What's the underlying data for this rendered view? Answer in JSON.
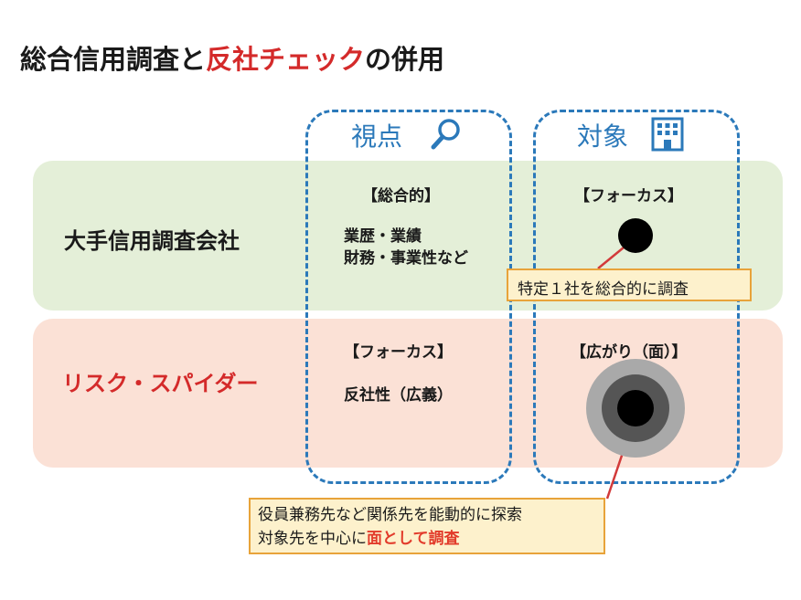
{
  "title": {
    "part1": "総合信用調査と",
    "part2": "反社チェック",
    "part3": "の併用"
  },
  "columns": {
    "view": "視点",
    "target": "対象"
  },
  "rows": {
    "top": {
      "label": "大手信用調査会社",
      "view_heading": "【総合的】",
      "view_line1": "業歴・業績",
      "view_line2": "財務・事業性など",
      "target_heading": "【フォーカス】",
      "callout": "特定１社を総合的に調査"
    },
    "bottom": {
      "label": "リスク・スパイダー",
      "view_heading": "【フォーカス】",
      "view_line1": "反社性（広義）",
      "target_heading": "【広がり（面）】",
      "callout_line1": "役員兼務先など関係先を能動的に探索",
      "callout_line2a": "対象先を中心に",
      "callout_line2b": "面として調査"
    }
  },
  "colors": {
    "band_top": "#e4efd8",
    "band_bottom": "#fbe1d6",
    "dashed_border": "#2b79ba",
    "accent_red": "#d42a2a",
    "callout_fill": "#fdf1cc",
    "callout_border": "#e8a33a",
    "pointer_line": "#d23a3a"
  },
  "icons": {
    "view": "magnifier-icon",
    "target": "building-icon"
  }
}
